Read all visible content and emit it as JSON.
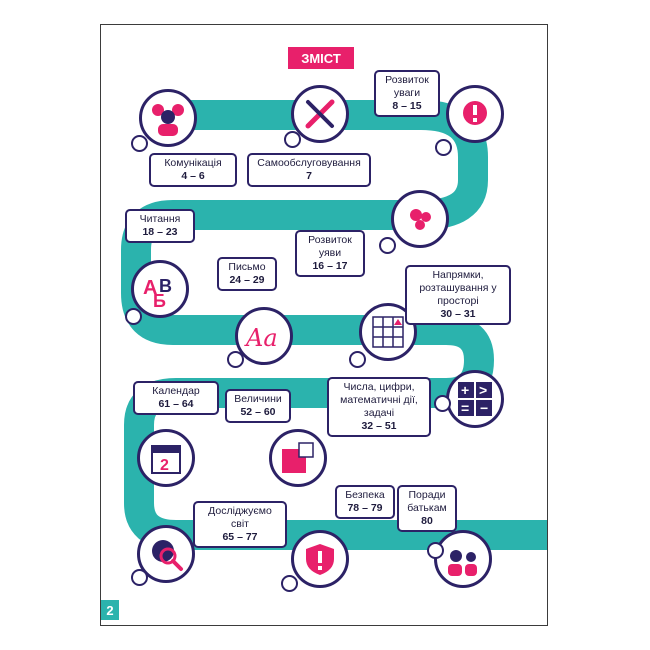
{
  "header": {
    "title": "ЗМІСТ"
  },
  "colors": {
    "path": "#2bb3ad",
    "accent": "#e8206b",
    "outline": "#2c2266"
  },
  "sections": [
    {
      "title": "Комунікація",
      "pages": "4 – 6",
      "icon": "children-icon"
    },
    {
      "title": "Самообслуговування",
      "pages": "7",
      "icon": "comb-toothbrush-icon"
    },
    {
      "title": "Розвиток уваги",
      "pages": "8 – 15",
      "icon": "head-attention-icon"
    },
    {
      "title": "Розвиток уяви",
      "pages": "16 – 17",
      "icon": "head-imagination-icon"
    },
    {
      "title": "Читання",
      "pages": "18 – 23",
      "icon": "letters-abv-icon"
    },
    {
      "title": "Письмо",
      "pages": "24 – 29",
      "icon": "handwriting-icon"
    },
    {
      "title": "Напрямки, розташування у просторі",
      "pages": "30 – 31",
      "icon": "grid-direction-icon"
    },
    {
      "title": "Числа, цифри, математичні дії, задачі",
      "pages": "32 – 51",
      "icon": "math-operations-icon"
    },
    {
      "title": "Календар",
      "pages": "61 – 64",
      "icon": "calendar-icon"
    },
    {
      "title": "Величини",
      "pages": "52 – 60",
      "icon": "squares-size-icon"
    },
    {
      "title": "Досліджуємо світ",
      "pages": "65 – 77",
      "icon": "globe-magnifier-icon"
    },
    {
      "title": "Безпека",
      "pages": "78 – 79",
      "icon": "shield-warning-icon"
    },
    {
      "title": "Поради батькам",
      "pages": "80",
      "icon": "parent-child-chat-icon"
    }
  ],
  "footer": {
    "page_number": "2"
  }
}
